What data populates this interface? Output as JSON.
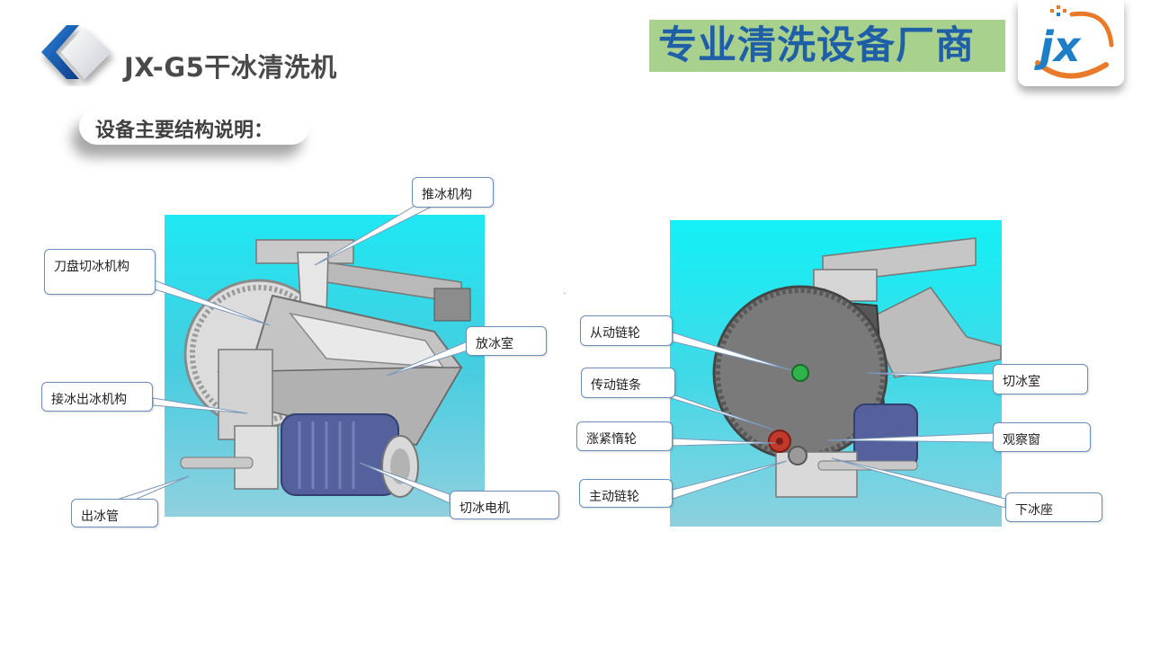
{
  "header": {
    "title": "JX-G5干冰清洗机",
    "banner_text": "专业清洗设备厂商",
    "brand_logo_text": "jx"
  },
  "subtitle": "设备主要结构说明：",
  "left_figure": {
    "callouts": {
      "push_ice": "推冰机构",
      "cutter_disc": "刀盘切冰机构",
      "ice_chamber": "放冰室",
      "ice_receiving": "接冰出冰机构",
      "ice_tube": "出冰管",
      "cutting_motor": "切冰电机"
    }
  },
  "right_figure": {
    "callouts": {
      "driven_sprocket": "从动链轮",
      "transmission_chain": "传动链条",
      "tensioner": "涨紧惰轮",
      "drive_sprocket": "主动链轮",
      "cutting_chamber": "切冰室",
      "observation_window": "观察窗",
      "lower_seat": "下冰座"
    }
  },
  "stray_mark": "·",
  "colors": {
    "banner_bg": "#a9d18e",
    "banner_text": "#1f5fa8",
    "title_text": "#4a4a4a",
    "figure_bg_top": "#1ee8f2",
    "figure_bg_bottom": "#8fd0df",
    "callout_border": "#6b8fb5",
    "logo_orange": "#e97a2a",
    "logo_blue": "#1e7ec8"
  }
}
